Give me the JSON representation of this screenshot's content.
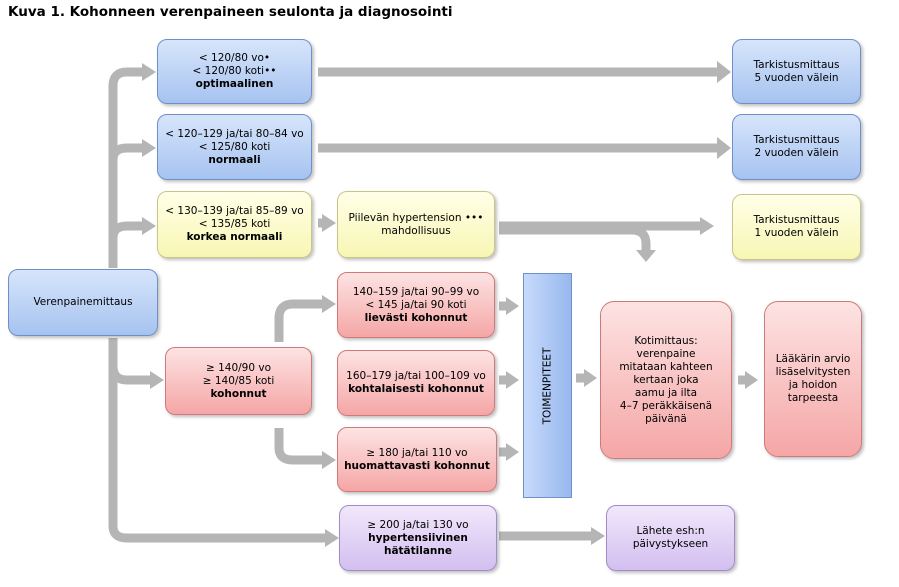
{
  "title": "Kuva 1. Kohonneen verenpaineen seulonta ja diagnosointi",
  "colors": {
    "blue": "#a6c3f0",
    "yellow": "#f8f6b4",
    "red": "#f5a6a6",
    "purple": "#d3bff0",
    "arrow": "#b5b5b5"
  },
  "nodes": {
    "verenpainemittaus": "Verenpainemittaus",
    "optimaalinen": {
      "l1": "< 120/80 vo•",
      "l2": "< 120/80 koti••",
      "l3": "optimaalinen"
    },
    "normaali": {
      "l1": "< 120–129 ja/tai 80–84 vo",
      "l2": "< 125/80 koti",
      "l3": "normaali"
    },
    "korkea_normaali": {
      "l1": "< 130–139 ja/tai 85–89 vo",
      "l2": "< 135/85 koti",
      "l3": "korkea normaali"
    },
    "piilevan": {
      "l1": "Piilevän hypertension •••",
      "l2": "mahdollisuus"
    },
    "tark_5": {
      "l1": "Tarkistusmittaus",
      "l2": "5 vuoden välein"
    },
    "tark_2": {
      "l1": "Tarkistusmittaus",
      "l2": "2 vuoden välein"
    },
    "tark_1": {
      "l1": "Tarkistusmittaus",
      "l2": "1 vuoden välein"
    },
    "kohonnut": {
      "l1": "≥ 140/90 vo",
      "l2": "≥ 140/85 koti",
      "l3": "kohonnut"
    },
    "lievasti": {
      "l1": "140–159 ja/tai 90–99 vo",
      "l2": "< 145 ja/tai 90 koti",
      "l3": "lievästi kohonnut"
    },
    "kohtalaisesti": {
      "l1": "160–179 ja/tai 100–109 vo",
      "l2": "kohtalaisesti kohonnut"
    },
    "huomattavasti": {
      "l1": "≥ 180 ja/tai 110 vo",
      "l2": "huomattavasti kohonnut"
    },
    "toimenpiteet": "TOIMENPITEET",
    "kotimittaus": [
      "Kotimittaus:",
      "verenpaine",
      "mitataan kahteen",
      "kertaan joka",
      "aamu ja ilta",
      "4–7 peräkkäisenä",
      "päivänä"
    ],
    "laakari": [
      "Lääkärin arvio",
      "lisäselvitysten",
      "ja hoidon",
      "tarpeesta"
    ],
    "hatatilanne": {
      "l1": "≥ 200 ja/tai 130 vo",
      "l2": "hypertensiivinen",
      "l3": "hätätilanne"
    },
    "lahete": {
      "l1": "Lähete esh:n",
      "l2": "päivystykseen"
    }
  }
}
